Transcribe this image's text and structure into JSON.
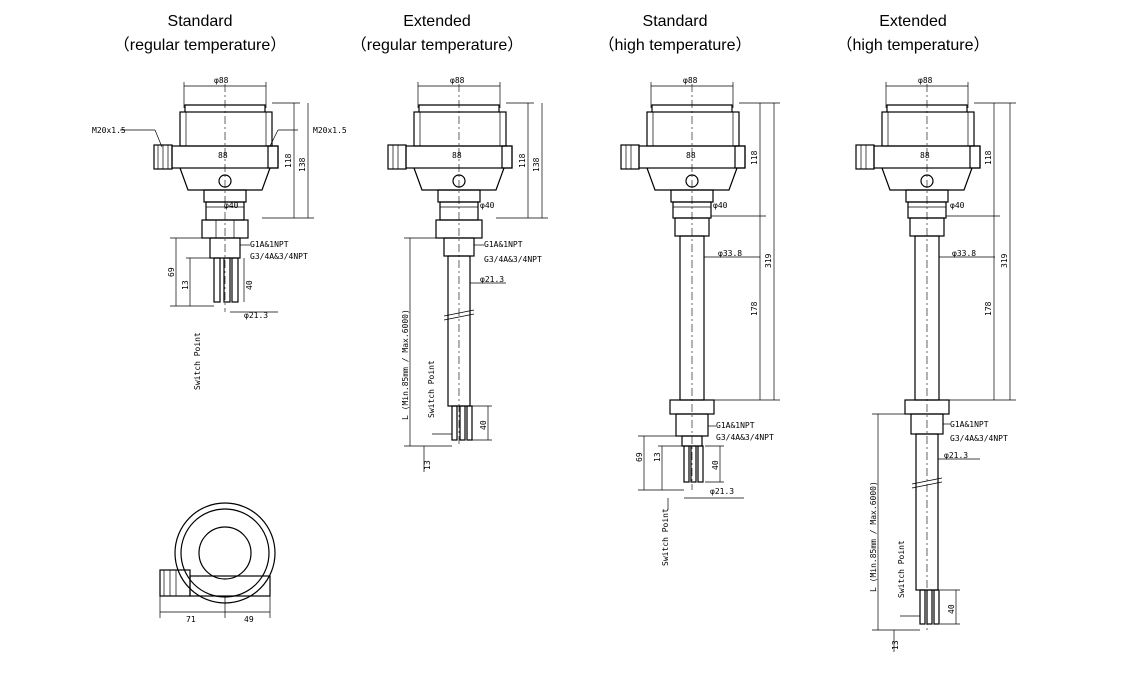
{
  "titles": [
    {
      "line1": "Standard",
      "line2": "（regular temperature）"
    },
    {
      "line1": "Extended",
      "line2": "（regular temperature）"
    },
    {
      "line1": "Standard",
      "line2": "（high temperature）"
    },
    {
      "line1": "Extended",
      "line2": "（high temperature）"
    }
  ],
  "dims": {
    "housing_dia": "φ88",
    "housing_width": "88",
    "thread_cable": "M20x1.5",
    "neck_dia": "φ40",
    "process_thread_1": "G1A&1NPT",
    "process_thread_2": "G3/4A&3/4NPT",
    "probe_dia": "φ21.3",
    "ext_tube_dia": "φ33.8",
    "h118": "118",
    "h138": "138",
    "h319": "319",
    "h178": "178",
    "h40": "40",
    "h13": "13",
    "h69": "69",
    "switch_point": "Switch Point",
    "length_range": "L (Min.85mm / Max.6000)",
    "top_w71": "71",
    "top_w49": "49"
  }
}
